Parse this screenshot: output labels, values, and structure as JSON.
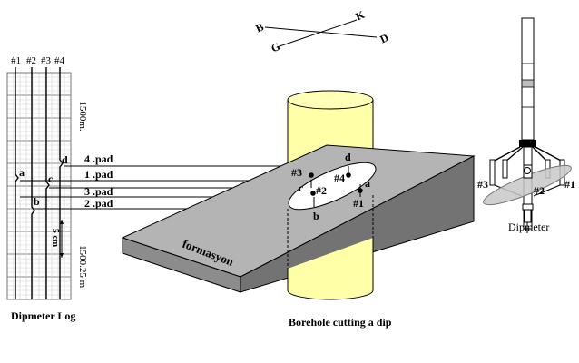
{
  "compass": {
    "north": "K",
    "east": "D",
    "west": "B",
    "south": "G"
  },
  "log": {
    "tracks": [
      "#1",
      "#2",
      "#3",
      "#4"
    ],
    "depth_top": "1500m.",
    "depth_bottom": "1500.25 m.",
    "scale": "5 cm",
    "curve_marks": [
      "a",
      "b",
      "c",
      "d"
    ],
    "caption": "Dipmeter Log"
  },
  "pads": [
    "4 .pad",
    "1 .pad",
    "3 .pad",
    "2 .pad"
  ],
  "borehole": {
    "pad_points": [
      "#3",
      "#4",
      "#2",
      "#1"
    ],
    "ellipse_letters": [
      "a",
      "b",
      "c",
      "d"
    ],
    "formation": "formasyon",
    "caption": "Borehole cutting a dip"
  },
  "tool": {
    "pads": [
      "#3",
      "#2",
      "#1"
    ],
    "caption": "Dipmeter"
  },
  "colors": {
    "cylinder": "#ffffa8",
    "slab_top": "#b4b4b4",
    "slab_front": "#8c8c8c",
    "slab_side": "#6e6e6e"
  }
}
